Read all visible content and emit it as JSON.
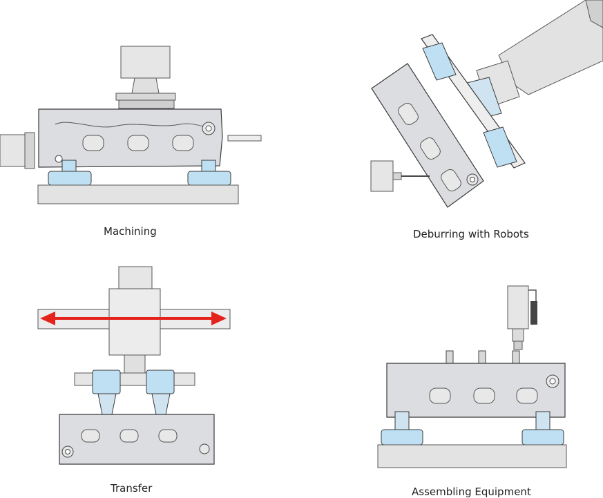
{
  "panels": [
    {
      "id": "machining",
      "caption": "Machining"
    },
    {
      "id": "deburring",
      "caption": "Deburring with Robots"
    },
    {
      "id": "transfer",
      "caption": "Transfer"
    },
    {
      "id": "assembling",
      "caption": "Assembling Equipment"
    }
  ],
  "colors": {
    "part_fill": "#dcdde0",
    "part_stroke": "#3a3a3a",
    "base_fill": "#e3e3e3",
    "clamp_blue": "#bfe0f2",
    "arrow_red": "#e4231c",
    "machine_gray": "#e6e6e6"
  }
}
